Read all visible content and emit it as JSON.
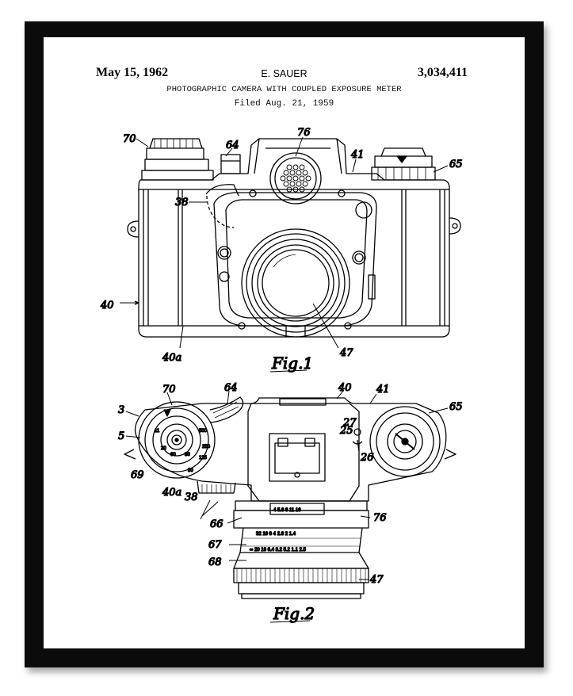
{
  "header": {
    "date": "May 15, 1962",
    "inventor": "E. SAUER",
    "patent_number": "3,034,411",
    "title": "PHOTOGRAPHIC CAMERA WITH COUPLED EXPOSURE METER",
    "filed": "Filed Aug. 21, 1959"
  },
  "figures": {
    "fig1": {
      "label": "Fig.1",
      "refs": {
        "r70": "70",
        "r64": "64",
        "r76": "76",
        "r41": "41",
        "r65": "65",
        "r38": "38",
        "r40": "40",
        "r40a": "40a",
        "r47": "47"
      }
    },
    "fig2": {
      "label": "Fig.2",
      "refs": {
        "r70": "70",
        "r64": "64",
        "r40": "40",
        "r41": "41",
        "r65": "65",
        "r3": "3",
        "r5": "5",
        "r27": "27",
        "r25": "25",
        "r26": "26",
        "r69": "69",
        "r40a": "40a",
        "r38": "38",
        "r66": "66",
        "r76": "76",
        "r67": "67",
        "r68": "68",
        "r47": "47"
      },
      "scale_top": "4 5.6 8 11 16",
      "scale_mid": "32 16 8 4 2.8 2 1.4",
      "scale_bottom": "∞ 20 16 6.4 3.2 5.2 1.1 2.5",
      "dial": [
        "11",
        "20",
        "60",
        "30",
        "50",
        "125",
        "250",
        "500"
      ]
    }
  },
  "colors": {
    "frame": "#0b0b0b",
    "paper": "#ffffff",
    "ink": "#000000"
  }
}
